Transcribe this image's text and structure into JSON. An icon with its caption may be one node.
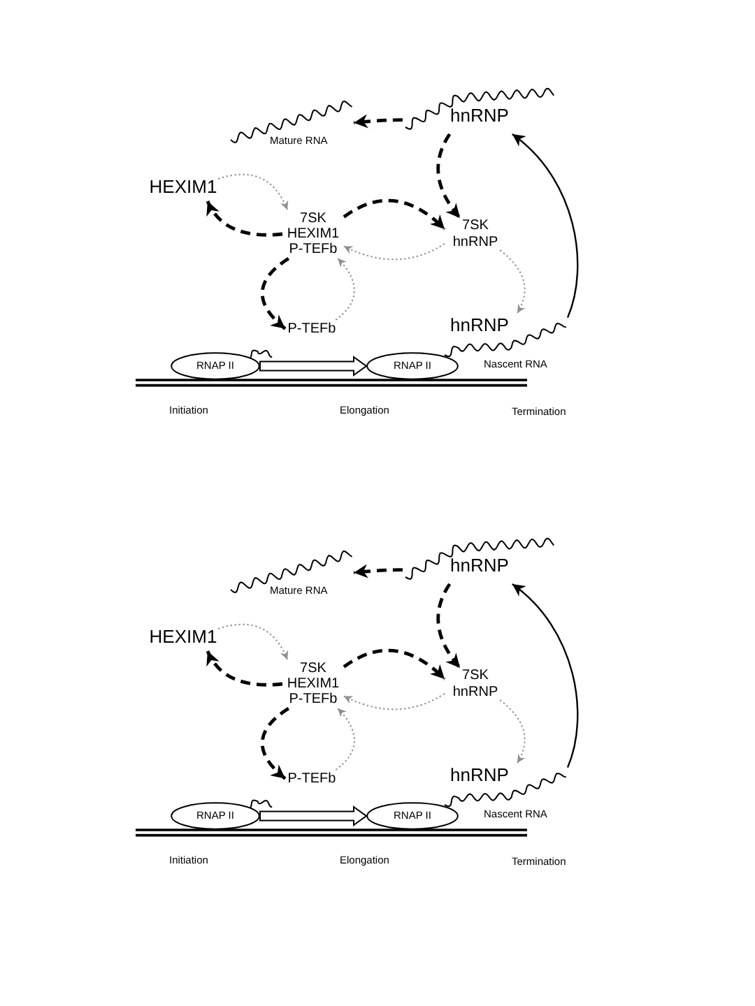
{
  "diagram": {
    "nodes": [
      {
        "text": [
          "hnRNP"
        ]
      },
      {
        "text": [
          "Mature RNA"
        ]
      },
      {
        "text": [
          "HEXIM1"
        ]
      },
      {
        "text": [
          "7SK HEXIM1 P-TEFb"
        ]
      },
      {
        "text": [
          "7SK hnRNP"
        ]
      },
      {
        "text": [
          "P-TEFb"
        ]
      },
      {
        "text": [
          "hnRNP"
        ]
      },
      {
        "text": [
          "RNAP II"
        ]
      },
      {
        "text": [
          "RNAP II"
        ]
      },
      {
        "text": [
          "hnRNP"
        ]
      },
      {
        "text": [
          "Mature RNA"
        ]
      },
      {
        "text": [
          "HEXIM1"
        ]
      },
      {
        "text": [
          "7SK HEXIM1 P-TEFb"
        ]
      },
      {
        "text": [
          "7SK hnRNP"
        ]
      },
      {
        "text": [
          "P-TEFb"
        ]
      },
      {
        "text": [
          "hnRNP"
        ]
      },
      {
        "text": [
          "RNAP II"
        ]
      },
      {
        "text": [
          "RNAP II"
        ]
      }
    ],
    "edges": [
      {
        "from": 0,
        "to": 1,
        "arrow": "to",
        "style": "dashed"
      },
      {
        "from": 0,
        "to": 4,
        "arrow": "to",
        "style": "dashed"
      },
      {
        "from": 2,
        "to": 3,
        "arrow": "to",
        "style": "dashed",
        "color": "#8f8f8f"
      },
      {
        "from": 3,
        "to": 2,
        "arrow": "to",
        "style": "dashed"
      },
      {
        "from": 3,
        "to": 4,
        "arrow": "to",
        "style": "dashed"
      },
      {
        "from": 4,
        "to": 3,
        "arrow": "to",
        "style": "dashed",
        "color": "#8f8f8f"
      },
      {
        "from": 3,
        "to": 5,
        "arrow": "to",
        "style": "dashed"
      },
      {
        "from": 5,
        "to": 3,
        "arrow": "to",
        "style": "dashed",
        "color": "#8f8f8f"
      },
      {
        "from": 4,
        "to": 6,
        "arrow": "to",
        "style": "dashed",
        "color": "#8f8f8f"
      },
      {
        "from": 6,
        "to": 0,
        "arrow": "to"
      },
      {
        "from": 7,
        "to": 8,
        "arrow": "to"
      },
      {
        "from": 9,
        "to": 10,
        "arrow": "to",
        "style": "dashed"
      },
      {
        "from": 9,
        "to": 13,
        "arrow": "to",
        "style": "dashed"
      },
      {
        "from": 11,
        "to": 12,
        "arrow": "to",
        "style": "dashed",
        "color": "#8f8f8f"
      },
      {
        "from": 12,
        "to": 11,
        "arrow": "to",
        "style": "dashed"
      },
      {
        "from": 12,
        "to": 13,
        "arrow": "to",
        "style": "dashed"
      },
      {
        "from": 13,
        "to": 12,
        "arrow": "to",
        "style": "dashed",
        "color": "#8f8f8f"
      },
      {
        "from": 12,
        "to": 14,
        "arrow": "to",
        "style": "dashed"
      },
      {
        "from": 14,
        "to": 12,
        "arrow": "to",
        "style": "dashed",
        "color": "#8f8f8f"
      },
      {
        "from": 13,
        "to": 15,
        "arrow": "to",
        "style": "dashed",
        "color": "#8f8f8f"
      },
      {
        "from": 15,
        "to": 9,
        "arrow": "to"
      },
      {
        "from": 16,
        "to": 17,
        "arrow": "to"
      }
    ],
    "labels": [
      "Nascent RNA",
      "Initiation",
      "Elongation",
      "Termination",
      "Nascent RNA",
      "Initiation",
      "Elongation",
      "Termination"
    ]
  }
}
